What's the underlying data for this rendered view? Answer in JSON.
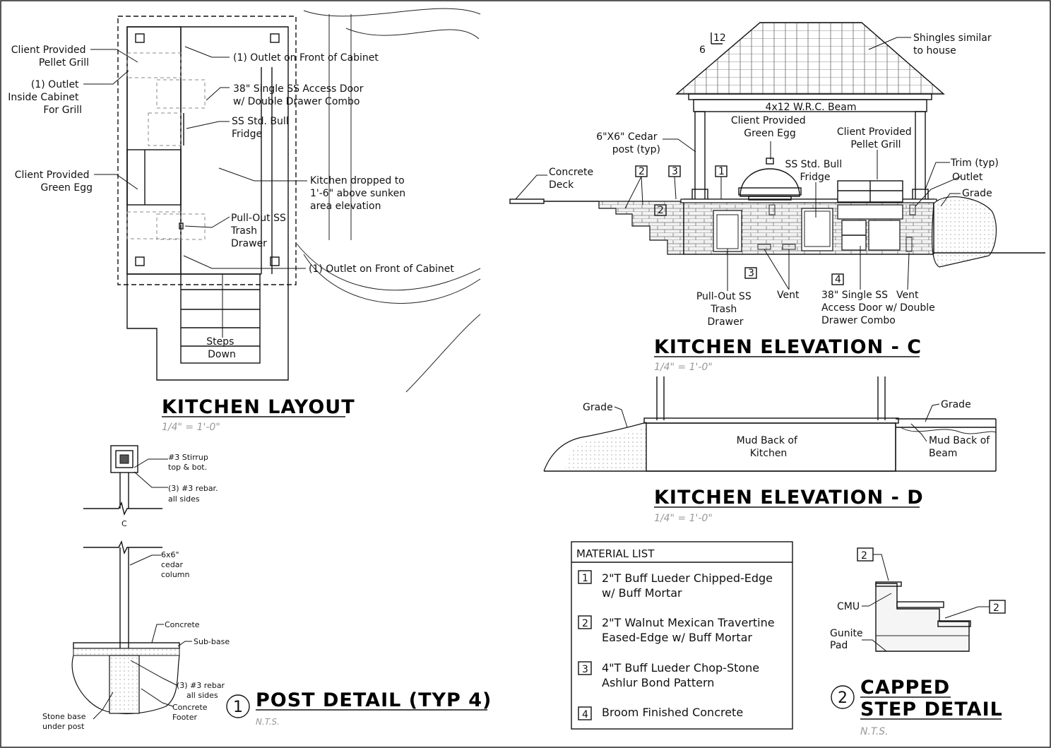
{
  "layout": {
    "title": "KITCHEN LAYOUT",
    "scale": "1/4\" = 1'-0\"",
    "left_labels": [
      [
        "Client Provided",
        "Pellet Grill"
      ],
      [
        "(1) Outlet",
        "Inside Cabinet",
        "For Grill"
      ],
      [
        "Client Provided",
        "Green Egg"
      ]
    ],
    "right_labels": [
      [
        "(1) Outlet on Front of Cabinet"
      ],
      [
        "38\" Single SS Access Door",
        "w/ Double Drawer Combo"
      ],
      [
        "SS Std. Bull",
        "Fridge"
      ],
      [
        "Kitchen dropped to",
        "1'-6\" above sunken",
        "area elevation"
      ],
      [
        "Pull-Out SS",
        "Trash",
        "Drawer"
      ],
      [
        "(1) Outlet on Front of Cabinet"
      ]
    ],
    "steps": [
      "Steps",
      "Down"
    ]
  },
  "elev_c": {
    "title": "KITCHEN ELEVATION - C",
    "scale": "1/4\" = 1'-0\"",
    "pitch_rise": "12",
    "pitch_run": "6",
    "roof_note": [
      "Shingles similar",
      "to house"
    ],
    "beam": "4x12 W.R.C. Beam",
    "post": [
      "6\"X6\" Cedar",
      "post (typ)"
    ],
    "egg": [
      "Client Provided",
      "Green Egg"
    ],
    "fridge": [
      "SS Std. Bull",
      "Fridge"
    ],
    "grill": [
      "Client Provided",
      "Pellet Grill"
    ],
    "trim": "Trim (typ)",
    "outlet": "Outlet",
    "deck": [
      "Concrete",
      "Deck"
    ],
    "grade": "Grade",
    "trash": [
      "Pull-Out SS",
      "Trash",
      "Drawer"
    ],
    "vent1": "Vent",
    "access": [
      "38\" Single SS",
      "Access Door w/ Double",
      "Drawer Combo"
    ],
    "vent2": "Vent",
    "tags": [
      "2",
      "3",
      "1",
      "2",
      "3",
      "4"
    ]
  },
  "elev_d": {
    "title": "KITCHEN ELEVATION - D",
    "scale": "1/4\" = 1'-0\"",
    "grade_left": "Grade",
    "grade_right": "Grade",
    "mud_kitchen": [
      "Mud Back of",
      "Kitchen"
    ],
    "mud_beam": [
      "Mud Back of",
      "Beam"
    ]
  },
  "post_detail": {
    "number": "1",
    "title": "POST DETAIL (TYP 4)",
    "scale": "N.T.S.",
    "centerline": "C",
    "labels": [
      [
        "#3 Stirrup",
        "top & bot."
      ],
      [
        "(3) #3 rebar.",
        "all sides"
      ],
      [
        "6x6\"",
        "cedar",
        "column"
      ],
      [
        "Concrete"
      ],
      [
        "Sub-base"
      ],
      [
        "(3) #3 rebar",
        "all sides"
      ],
      [
        "Concrete",
        "Footer"
      ],
      [
        "Stone base",
        "under post"
      ]
    ]
  },
  "materials": {
    "heading": "MATERIAL LIST",
    "items": [
      {
        "num": "1",
        "lines": [
          "2\"T Buff Lueder Chipped-Edge",
          "w/ Buff Mortar"
        ]
      },
      {
        "num": "2",
        "lines": [
          "2\"T Walnut Mexican Travertine",
          "Eased-Edge w/ Buff Mortar"
        ]
      },
      {
        "num": "3",
        "lines": [
          "4\"T Buff Lueder Chop-Stone",
          "Ashlur Bond Pattern"
        ]
      },
      {
        "num": "4",
        "lines": [
          "Broom Finished Concrete"
        ]
      }
    ]
  },
  "step_detail": {
    "number": "2",
    "title_line1": "CAPPED",
    "title_line2": "STEP DETAIL",
    "scale": "N.T.S.",
    "cmu": "CMU",
    "pad": [
      "Gunite",
      "Pad"
    ],
    "tag_top": "2",
    "tag_right": "2"
  }
}
